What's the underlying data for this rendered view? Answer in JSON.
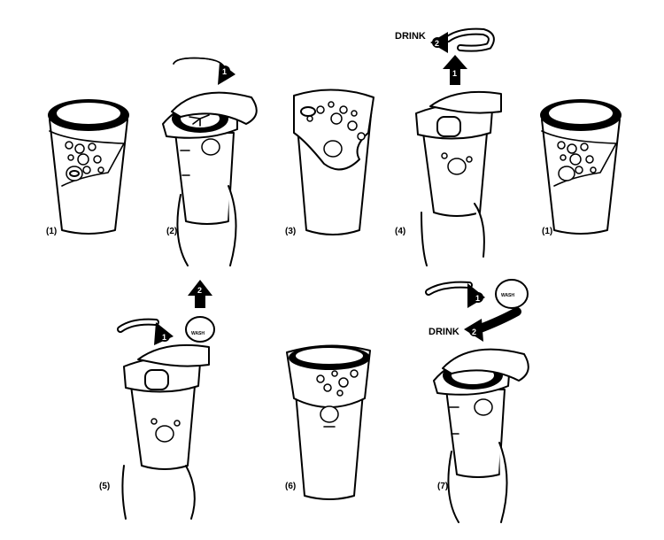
{
  "step_labels": {
    "s1a": "(1)",
    "s2": "(2)",
    "s3": "(3)",
    "s4": "(4)",
    "s1b": "(1)",
    "s5": "(5)",
    "s6": "(6)",
    "s7": "(7)"
  },
  "arrow_numbers": {
    "one": "1",
    "two": "2"
  },
  "captions": {
    "drink": "DRINK",
    "wash": "WASH"
  },
  "colors": {
    "ink": "#000000",
    "paper": "#ffffff"
  }
}
